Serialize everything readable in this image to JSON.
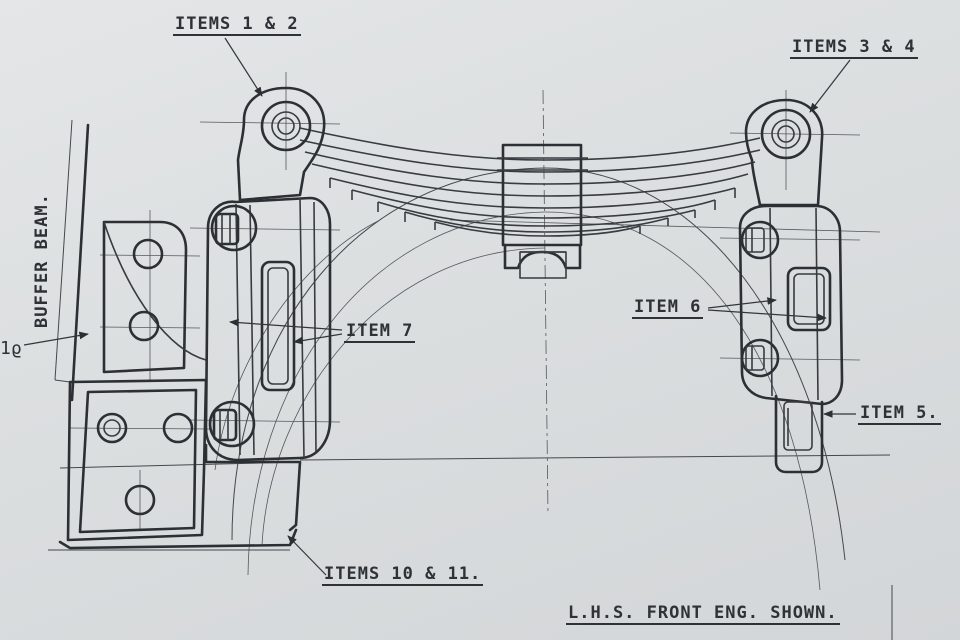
{
  "callouts": {
    "items_1_2": "ITEMS 1 & 2",
    "items_3_4": "ITEMS 3 & 4",
    "item_7": "ITEM 7",
    "item_6": "ITEM 6",
    "item_5": "ITEM 5.",
    "items_10_11": "ITEMS 10 & 11."
  },
  "side_label": "BUFFER BEAM.",
  "edge_fragment": "1ϱ",
  "footer_note": "L.H.S. FRONT ENG. SHOWN."
}
